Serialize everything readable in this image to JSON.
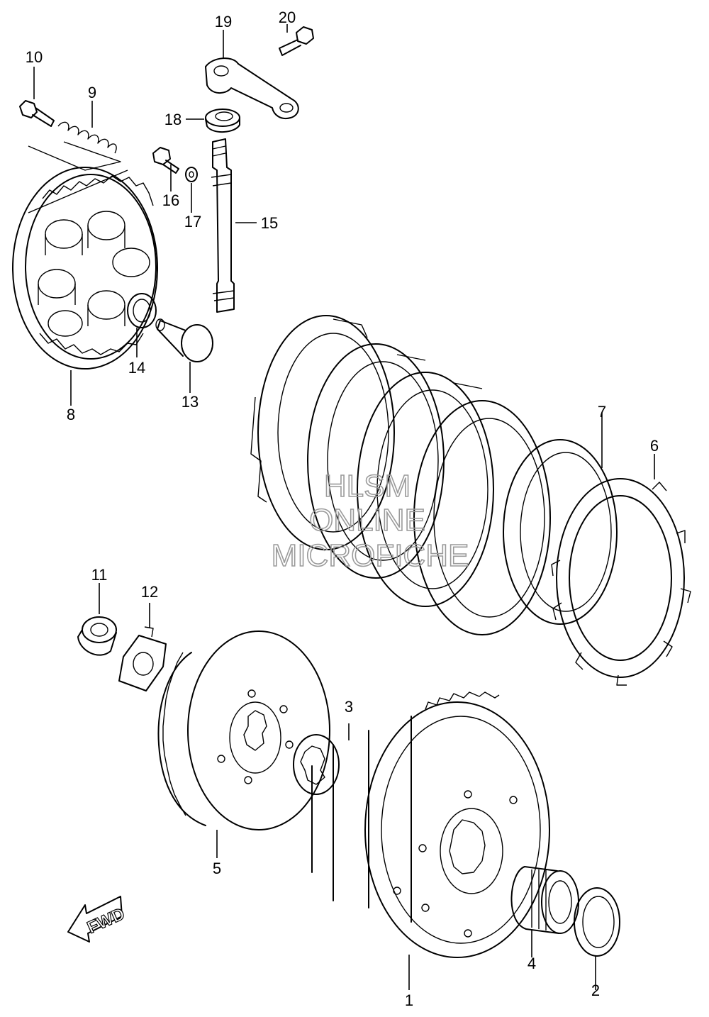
{
  "watermark": {
    "line1": "HLSM",
    "line2": "ONLINE",
    "line3": "MICROFICHE"
  },
  "direction_label": "FWD",
  "callouts": [
    {
      "id": "1",
      "text": "1"
    },
    {
      "id": "2",
      "text": "2"
    },
    {
      "id": "3",
      "text": "3"
    },
    {
      "id": "4",
      "text": "4"
    },
    {
      "id": "5",
      "text": "5"
    },
    {
      "id": "6",
      "text": "6"
    },
    {
      "id": "7",
      "text": "7"
    },
    {
      "id": "8",
      "text": "8"
    },
    {
      "id": "9",
      "text": "9"
    },
    {
      "id": "10",
      "text": "10"
    },
    {
      "id": "11",
      "text": "11"
    },
    {
      "id": "12",
      "text": "12"
    },
    {
      "id": "13",
      "text": "13"
    },
    {
      "id": "14",
      "text": "14"
    },
    {
      "id": "15",
      "text": "15"
    },
    {
      "id": "16",
      "text": "16"
    },
    {
      "id": "17",
      "text": "17"
    },
    {
      "id": "18",
      "text": "18"
    },
    {
      "id": "19",
      "text": "19"
    },
    {
      "id": "20",
      "text": "20"
    }
  ]
}
